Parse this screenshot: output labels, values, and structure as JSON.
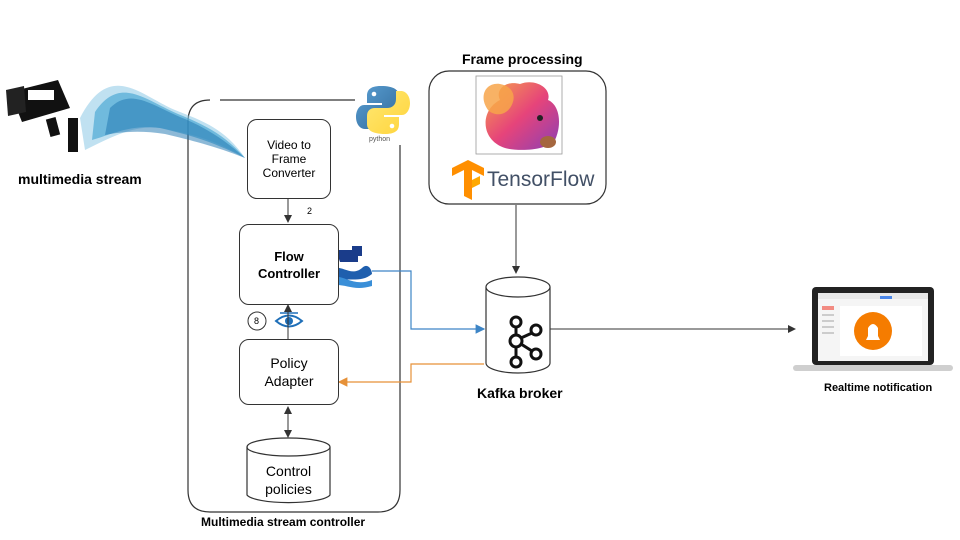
{
  "labels": {
    "multimedia_stream": "multimedia stream",
    "frame_processing": "Frame processing",
    "python": "python",
    "tensorflow": "TensorFlow",
    "video_to_frame_l1": "Video to",
    "video_to_frame_l2": "Frame",
    "video_to_frame_l3": "Converter",
    "flow_controller_l1": "Flow",
    "flow_controller_l2": "Controller",
    "policy_adapter_l1": "Policy",
    "policy_adapter_l2": "Adapter",
    "control_policies_l1": "Control",
    "control_policies_l2": "policies",
    "step_2": "2",
    "step_8": "8",
    "kafka_broker": "Kafka broker",
    "realtime_notification": "Realtime notification",
    "stream_controller": "Multimedia stream controller"
  },
  "colors": {
    "blue_link": "#3d85c6",
    "orange_link": "#e69138",
    "stream_blue": "#3aa0d0",
    "border": "#333333"
  }
}
